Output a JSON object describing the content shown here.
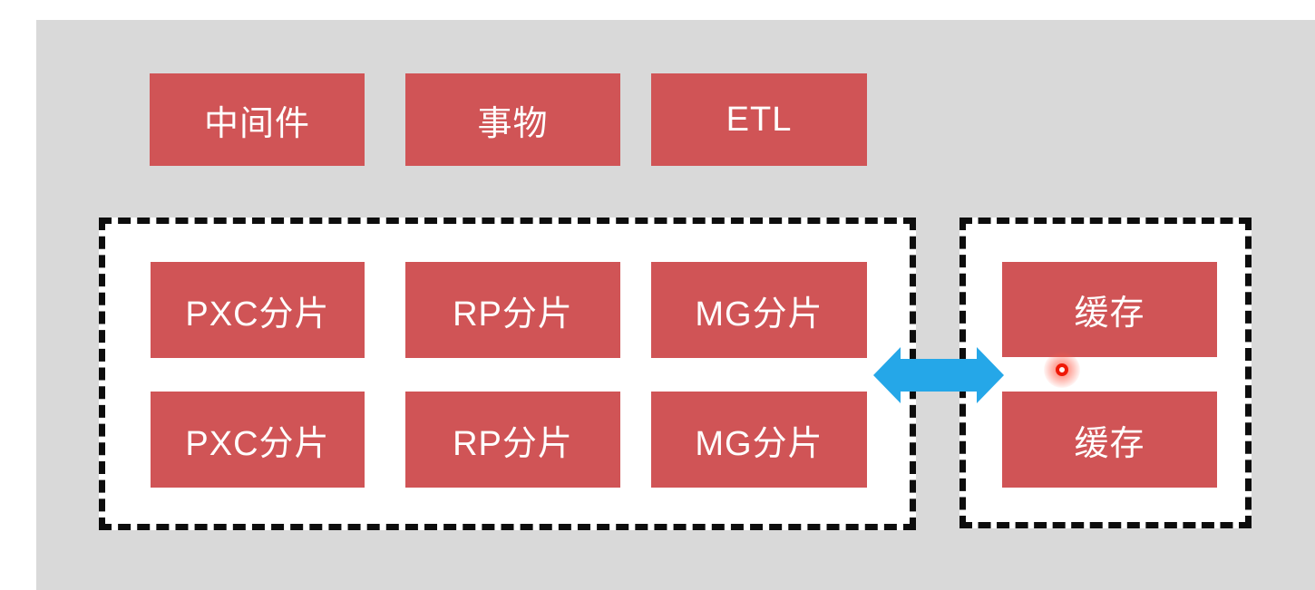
{
  "diagram": {
    "description_labels": {
      "top_row_role": "capability-boxes",
      "left_cluster_role": "database-shard-cluster",
      "right_cluster_role": "cache-cluster"
    },
    "top_boxes": [
      {
        "label": "中间件"
      },
      {
        "label": "事物"
      },
      {
        "label": "ETL"
      }
    ],
    "shard_boxes": [
      {
        "label": "PXC分片"
      },
      {
        "label": "RP分片"
      },
      {
        "label": "MG分片"
      },
      {
        "label": "PXC分片"
      },
      {
        "label": "RP分片"
      },
      {
        "label": "MG分片"
      }
    ],
    "cache_boxes": [
      {
        "label": "缓存"
      },
      {
        "label": "缓存"
      }
    ],
    "arrow": {
      "type": "double-headed-horizontal",
      "meaning": "bidirectional-link-between-shard-cluster-and-cache-cluster"
    },
    "colors": {
      "page_background": "#ffffff",
      "panel_background": "#d9d9d9",
      "box_red": "#d05456",
      "box_text": "#ffffff",
      "dashed_border": "#0d0d0d",
      "arrow_blue": "#25a7e8",
      "cursor_indicator_red": "#ef1806"
    }
  }
}
